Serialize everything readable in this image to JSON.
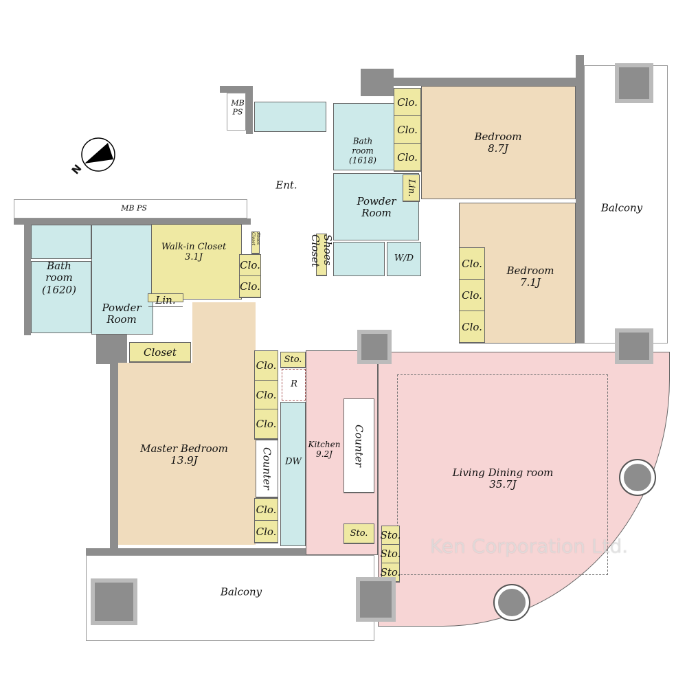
{
  "compass": {
    "label": "N"
  },
  "rooms": {
    "bedroom1": {
      "name": "Bedroom",
      "size": "8.7J"
    },
    "bedroom2": {
      "name": "Bedroom",
      "size": "7.1J"
    },
    "master": {
      "name": "Master Bedroom",
      "size": "13.9J"
    },
    "living": {
      "name": "Living Dining room",
      "size": "35.7J"
    },
    "kitchen": {
      "name": "Kitchen",
      "size": "9.2J"
    },
    "walkin": {
      "name": "Walk-in Closet",
      "size": "3.1J"
    },
    "bath1": {
      "l1": "Bath",
      "l2": "room",
      "l3": "(1618)"
    },
    "bath2": {
      "l1": "Bath",
      "l2": "room",
      "l3": "(1620)"
    },
    "powder1": {
      "l1": "Powder",
      "l2": "Room"
    },
    "powder2": {
      "l1": "Powder",
      "l2": "Room"
    },
    "entrance": "Ent.",
    "balcony_right": "Balcony",
    "balcony_bottom": "Balcony"
  },
  "labels": {
    "clo": "Clo.",
    "sto": "Sto.",
    "lin": "Lin.",
    "closet": "Closet",
    "counter": "Counter",
    "shoes_closet": "Shoes Closet",
    "wd": "W/D",
    "refrigerator": "R",
    "dishwasher": "DW",
    "mbps_top_1": "MB",
    "mbps_top_2": "PS",
    "mbps_long": "MB PS"
  },
  "watermark": "Ken Corporation Ltd.",
  "colors": {
    "bedroom": "#f0dcbd",
    "living": "#f7d5d5",
    "wet": "#cdeaea",
    "storage": "#efe9a3",
    "wall": "#8d8d8d"
  }
}
